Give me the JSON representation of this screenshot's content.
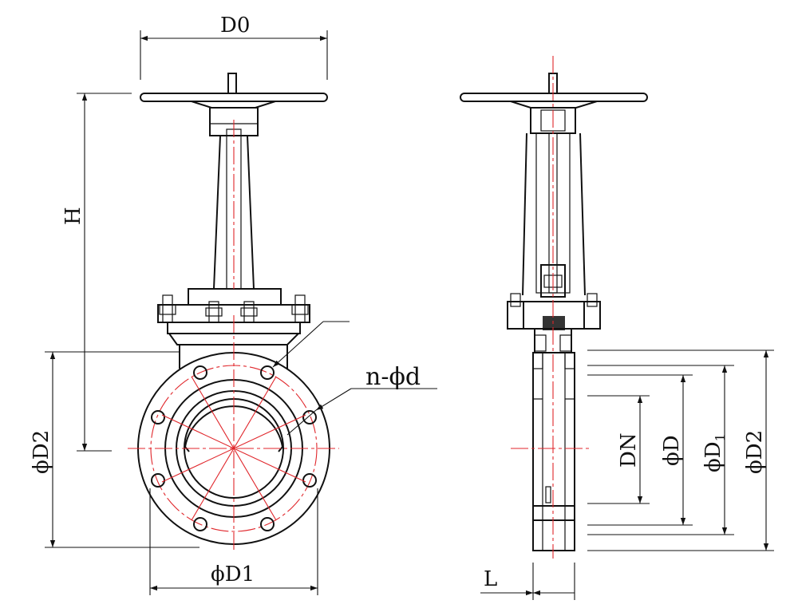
{
  "labels": {
    "d0": "D0",
    "h": "H",
    "nd": "n-ϕd",
    "d1_left": "ϕD1",
    "d2_left": "ϕD2",
    "dn": "DN",
    "d": "ϕD",
    "d1_right": "ϕD",
    "d1_right_sub": "1",
    "d2_right": "ϕD2",
    "l": "L"
  },
  "colors": {
    "line": "#111111",
    "centerline": "#e0262b"
  }
}
